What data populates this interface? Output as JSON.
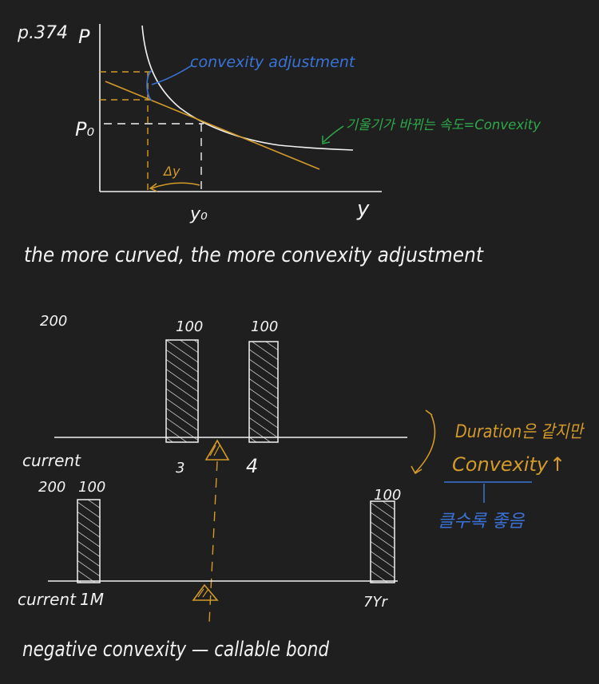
{
  "page_ref": "p.374",
  "graph": {
    "y_axis_label": "P",
    "x_axis_label": "y",
    "p0_label": "P₀",
    "y0_label": "y₀",
    "delta_y_label": "Δy",
    "convexity_adjustment_label": "convexity adjustment",
    "slope_note": "기울기가 바뀌는 속도=Convexity"
  },
  "caption1": "the more curved, the more convexity adjustment",
  "diagram1": {
    "left_value": "200",
    "bar1_value": "100",
    "bar2_value": "100",
    "axis_start": "current",
    "tick1": "3",
    "tick2": "4"
  },
  "side_note": {
    "line1": "Duration은 같지만",
    "line2": "Convexity",
    "arrow_symbol": "↑",
    "line3": "클수록 좋음"
  },
  "diagram2": {
    "left_value": "200",
    "bar1_value": "100",
    "bar2_value": "100",
    "axis_start": "current",
    "tick1": "1M",
    "tick2": "7Yr"
  },
  "caption2": "negative convexity — callable bond",
  "colors": {
    "background": "#1f1f1f",
    "ink": "#f2f2f2",
    "blue": "#3a73d8",
    "green": "#2ea84a",
    "orange": "#d49a2a"
  }
}
